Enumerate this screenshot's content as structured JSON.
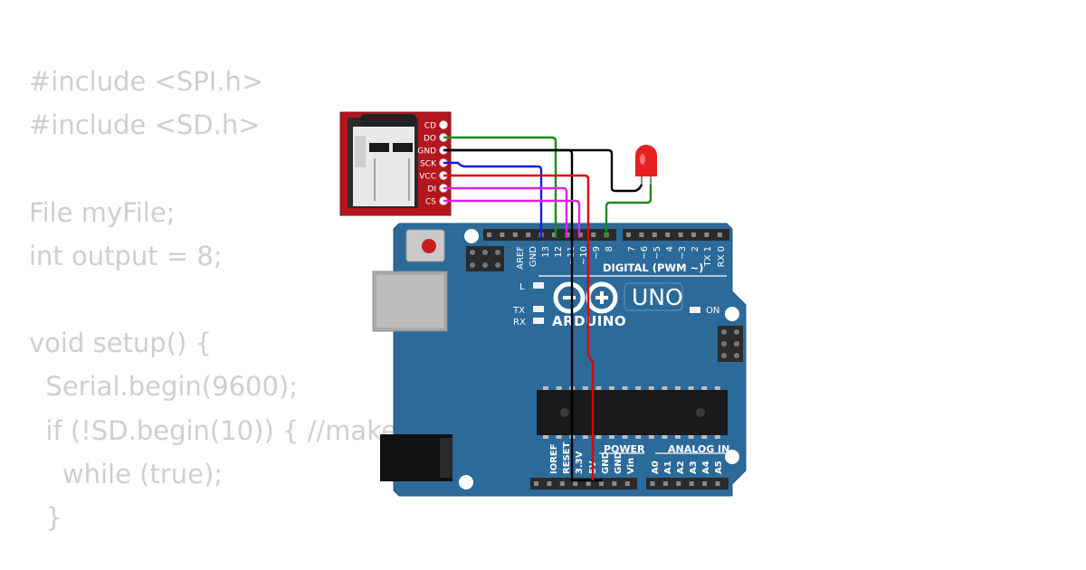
{
  "code_lines": [
    "#include <SPI.h>",
    "#include <SD.h>",
    "",
    "File myFile;",
    "int output = 8;",
    "",
    "void setup() {",
    "  Serial.begin(9600);",
    "  if (!SD.begin(10)) { //make",
    "    while (true);",
    "  }"
  ],
  "sd_module": {
    "pins": [
      "CD",
      "DO",
      "GND",
      "SCK",
      "VCC",
      "DI",
      "CS"
    ]
  },
  "arduino": {
    "logo_text": "ARDUINO",
    "model_text": "UNO",
    "led_labels": {
      "l": "L",
      "tx": "TX",
      "rx": "RX",
      "on": "ON"
    },
    "digital_header_label": "DIGITAL (PWM ~)",
    "top_pin_labels": [
      "AREF",
      "GND",
      "13",
      "12",
      "~11",
      "~10",
      "~9",
      "8",
      "7",
      "~6",
      "~5",
      "4",
      "~3",
      "2",
      "TX 1",
      "RX 0"
    ],
    "power_header_label": "POWER",
    "power_pin_labels": [
      "IOREF",
      "RESET",
      "3.3V",
      "5V",
      "GND",
      "GND",
      "Vin"
    ],
    "analog_header_label": "ANALOG IN",
    "analog_pin_labels": [
      "A0",
      "A1",
      "A2",
      "A3",
      "A4",
      "A5"
    ]
  },
  "colors": {
    "board": "#2c6a9a",
    "sd_board": "#b3161e",
    "wire_green": "#1b8a1b",
    "wire_black": "#000000",
    "wire_blue": "#1a1ae6",
    "wire_red": "#e00000",
    "wire_magenta": "#e020e0",
    "led": "#e52020",
    "code_text": "#cfcfcf"
  }
}
